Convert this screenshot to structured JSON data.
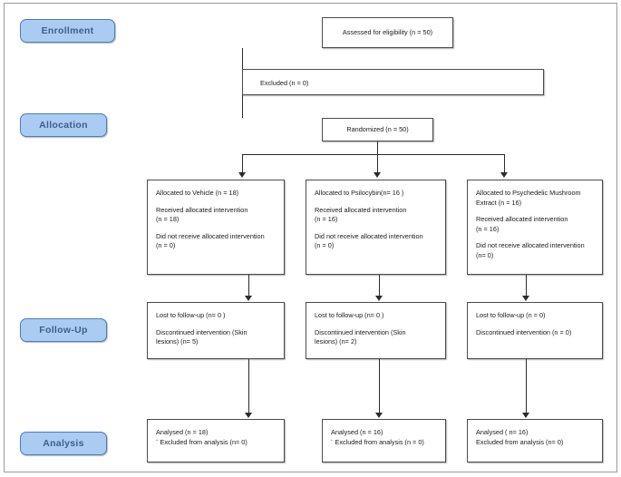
{
  "diagram": {
    "title": "CONSORT participant flow diagram",
    "colors": {
      "stage_fill": "#aacbf2",
      "stage_border": "#4a7ebb",
      "stage_text": "#3d5f8a",
      "node_border": "#4b4b4b",
      "connector": "#2b2b2b",
      "page_border": "#9a9a9a",
      "background": "#ffffff"
    }
  },
  "stages": [
    {
      "id": "enrollment",
      "label": "Enrollment"
    },
    {
      "id": "allocation",
      "label": "Allocation"
    },
    {
      "id": "followup",
      "label": "Follow-Up"
    },
    {
      "id": "analysis",
      "label": "Analysis"
    }
  ],
  "enrollment": {
    "assessed": "Assessed for eligibility (n = 50)",
    "excluded": "Excluded (n = 0)",
    "randomized": "Randomized (n = 50)"
  },
  "allocation": [
    {
      "arm": "vehicle",
      "allocated": "Allocated to Vehicle (n = 18)",
      "received": "Received allocated intervention\n(n = 18)",
      "not_received": "Did not receive allocated intervention\n(n = 0)"
    },
    {
      "arm": "psilocybin",
      "allocated": "Allocated to Psilocybin(n= 16 )",
      "received": "Received allocated intervention\n(n = 16)",
      "not_received": "Did not receive allocated intervention\n(n = 0)"
    },
    {
      "arm": "psychedelic-mushroom-extract",
      "allocated": "Allocated to Psychedelic Mushroom\nExtract (n = 16)",
      "received": "Received allocated intervention\n(n = 16)",
      "not_received": "Did not receive allocated intervention\n(n= 0)"
    }
  ],
  "followup": [
    {
      "arm": "vehicle",
      "lost": "Lost to follow-up  (n= 0 )",
      "discontinued": "Discontinued intervention (Skin\nlesions) (n= 5)"
    },
    {
      "arm": "psilocybin",
      "lost": "Lost to follow-up (n= 0 )",
      "discontinued": "Discontinued intervention (Skin\nlesions) (n= 2)"
    },
    {
      "arm": "psychedelic-mushroom-extract",
      "lost": "Lost to follow-up (n = 0)",
      "discontinued": "Discontinued intervention (n = 0)"
    }
  ],
  "analysis": [
    {
      "arm": "vehicle",
      "analysed": "Analysed (n = 18)",
      "excluded": "¨ Excluded from analysis (n= 0)"
    },
    {
      "arm": "psilocybin",
      "analysed": "Analysed (n = 16)",
      "excluded": "¨ Excluded from analysis (n = 0)"
    },
    {
      "arm": "psychedelic-mushroom-extract",
      "analysed": "Analysed ( n= 16)",
      "excluded": "Excluded from analysis (n= 0)"
    }
  ]
}
